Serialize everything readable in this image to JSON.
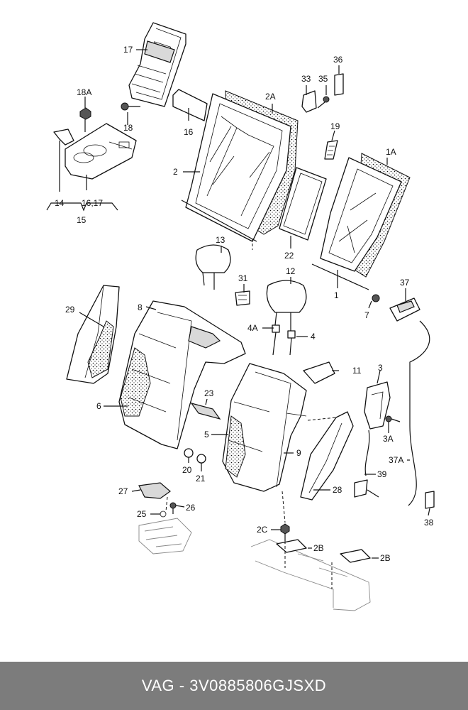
{
  "footer": {
    "text": "VAG - 3V0885806GJSXD"
  },
  "callouts": {
    "c17": "17",
    "c18A": "18A",
    "c18": "18",
    "c16": "16",
    "c14": "14",
    "c16_17": "16,17",
    "c15": "15",
    "c2A": "2A",
    "c2": "2",
    "c33": "33",
    "c35": "35",
    "c36": "36",
    "c19": "19",
    "c1A": "1A",
    "c22": "22",
    "c1": "1",
    "c7": "7",
    "c13": "13",
    "c31": "31",
    "c12": "12",
    "c37": "37",
    "c29": "29",
    "c8": "8",
    "c4A": "4A",
    "c4": "4",
    "c11": "11",
    "c3": "3",
    "c6": "6",
    "c23": "23",
    "c5": "5",
    "c3A": "3A",
    "c9": "9",
    "c37A": "37A",
    "c20": "20",
    "c21": "21",
    "c39": "39",
    "c27": "27",
    "c26": "26",
    "c25": "25",
    "c28": "28",
    "c38": "38",
    "c2C": "2C",
    "c2B_a": "2B",
    "c2B_b": "2B"
  }
}
